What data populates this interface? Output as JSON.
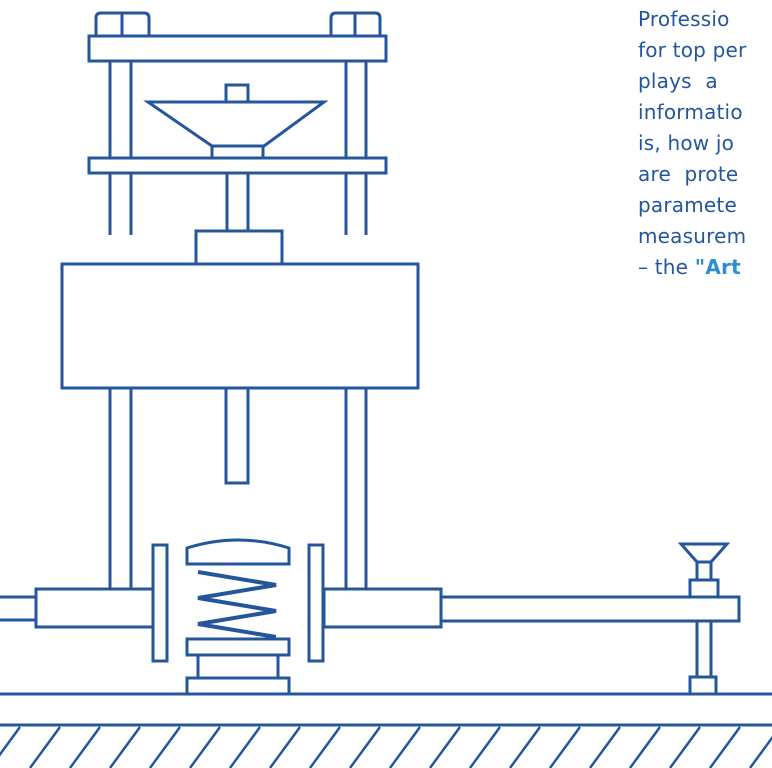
{
  "article": {
    "lines": [
      "Professio",
      "for top per",
      "plays  a",
      "informatio",
      "is, how jo",
      "are  prote",
      "paramete",
      "measurem"
    ],
    "last_line_prefix": "– the ",
    "last_line_highlight": "\"Art"
  },
  "colors": {
    "line": "#23569b",
    "highlight": "#2a8fd4",
    "background": "#ffffff"
  }
}
